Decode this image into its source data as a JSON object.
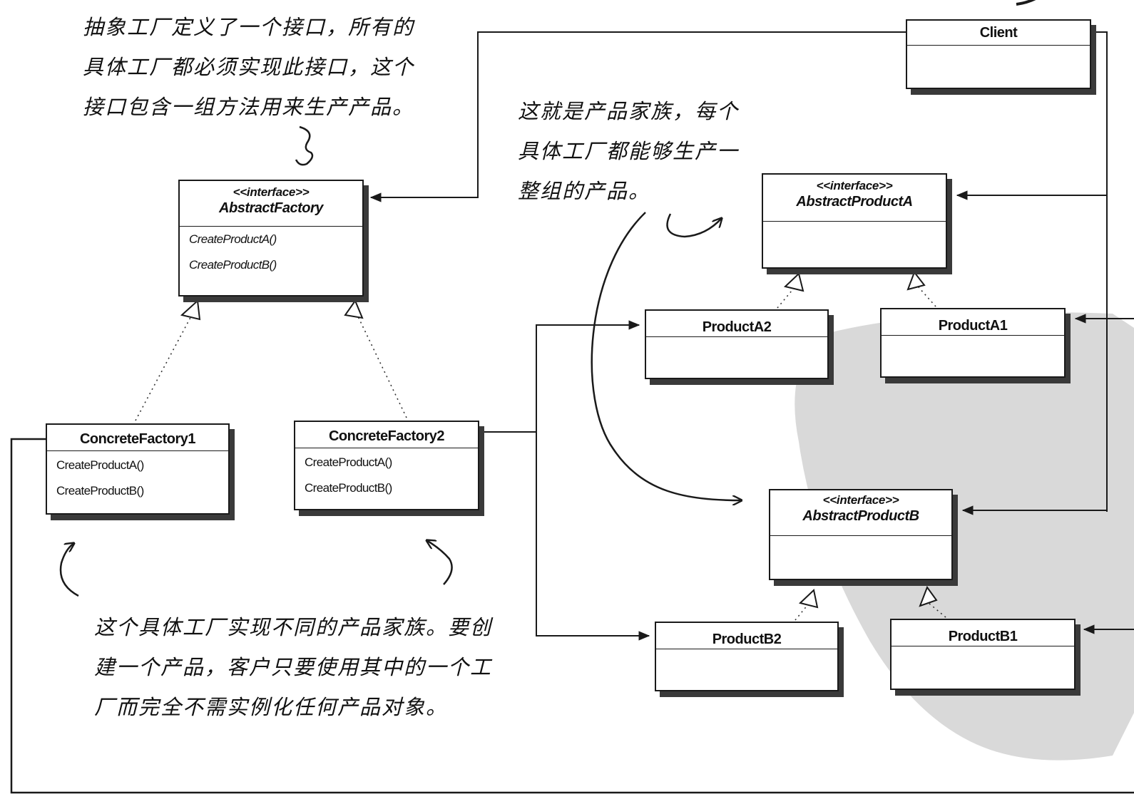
{
  "boxes": {
    "client": {
      "title": "Client"
    },
    "abstract_factory": {
      "stereotype": "<<interface>>",
      "title": "AbstractFactory",
      "methods": [
        "CreateProductA()",
        "CreateProductB()"
      ]
    },
    "concrete_factory1": {
      "title": "ConcreteFactory1",
      "methods": [
        "CreateProductA()",
        "CreateProductB()"
      ]
    },
    "concrete_factory2": {
      "title": "ConcreteFactory2",
      "methods": [
        "CreateProductA()",
        "CreateProductB()"
      ]
    },
    "abstract_product_a": {
      "stereotype": "<<interface>>",
      "title": "AbstractProductA"
    },
    "abstract_product_b": {
      "stereotype": "<<interface>>",
      "title": "AbstractProductB"
    },
    "product_a1": {
      "title": "ProductA1"
    },
    "product_a2": {
      "title": "ProductA2"
    },
    "product_b1": {
      "title": "ProductB1"
    },
    "product_b2": {
      "title": "ProductB2"
    }
  },
  "notes": {
    "abstract_factory_note": [
      "抽象工厂定义了一个接口，所有的",
      "具体工厂都必须实现此接口，这个",
      "接口包含一组方法用来生产产品。"
    ],
    "product_family_note": [
      "这就是产品家族，每个",
      "具体工厂都能够生产一",
      "整组的产品。"
    ],
    "concrete_factory_note": [
      "这个具体工厂实现不同的产品家族。要创",
      "建一个产品，客户只要使用其中的一个工",
      "厂而完全不需实例化任何产品对象。"
    ]
  },
  "colors": {
    "line": "#1a1a1a",
    "shadow": "#3a3a3a",
    "watermark": "#d8d8d8"
  }
}
